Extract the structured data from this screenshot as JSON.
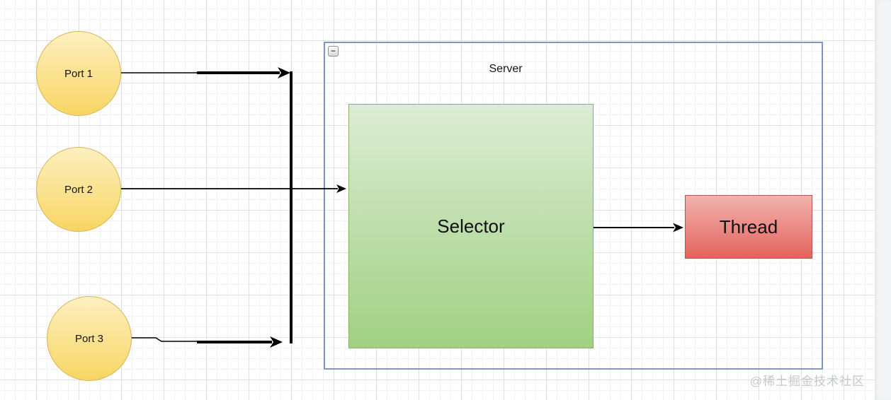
{
  "diagram": {
    "ports": [
      {
        "label": "Port 1"
      },
      {
        "label": "Port 2"
      },
      {
        "label": "Port 3"
      }
    ],
    "server": {
      "label": "Server",
      "collapse_glyph": "−"
    },
    "selector": {
      "label": "Selector"
    },
    "thread": {
      "label": "Thread"
    }
  },
  "watermark": {
    "text": "@稀土掘金技术社区"
  },
  "colors": {
    "port_fill_top": "#fdf0bf",
    "port_fill_bottom": "#f8d563",
    "port_border": "#d6b656",
    "selector_fill_top": "#dcecd5",
    "selector_fill_bottom": "#a1d083",
    "selector_border": "#82b366",
    "thread_fill_top": "#f2b3ae",
    "thread_fill_bottom": "#e4635e",
    "thread_border": "#b85450",
    "server_border": "#7b97c2",
    "connector": "#000000",
    "grid_major": "#e0e0e0",
    "grid_minor": "#f2f2f4",
    "watermark": "#c5c8cd"
  }
}
